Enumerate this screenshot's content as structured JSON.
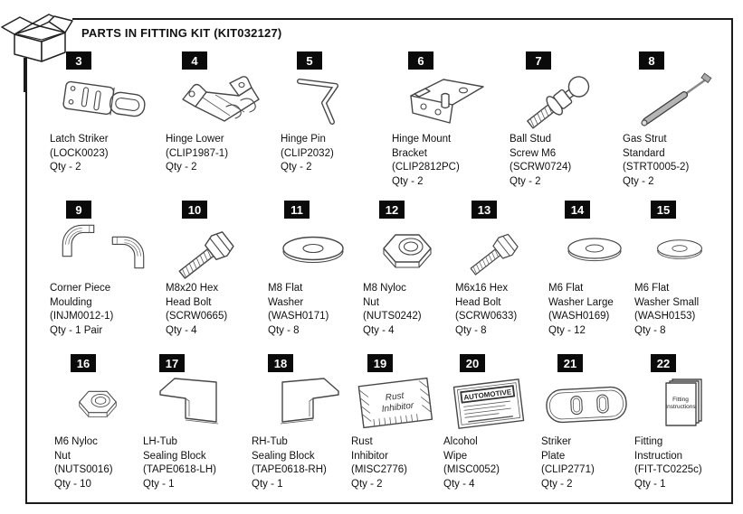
{
  "title": "PARTS IN FITTING KIT (KIT032127)",
  "items": [
    {
      "num": "3",
      "name": "Latch Striker",
      "name_lines": [
        "Latch Striker"
      ],
      "part": "(LOCK0023)",
      "qty": "Qty - 2"
    },
    {
      "num": "4",
      "name": "Hinge Lower",
      "name_lines": [
        "Hinge Lower"
      ],
      "part": "(CLIP1987-1)",
      "qty": "Qty - 2"
    },
    {
      "num": "5",
      "name": "Hinge Pin",
      "name_lines": [
        "Hinge Pin"
      ],
      "part": "(CLIP2032)",
      "qty": "Qty - 2"
    },
    {
      "num": "6",
      "name": "Hinge Mount Bracket",
      "name_lines": [
        "Hinge Mount",
        "Bracket"
      ],
      "part": "(CLIP2812PC)",
      "qty": "Qty - 2"
    },
    {
      "num": "7",
      "name": "Ball Stud Screw M6",
      "name_lines": [
        "Ball Stud",
        "Screw M6"
      ],
      "part": "(SCRW0724)",
      "qty": "Qty - 2"
    },
    {
      "num": "8",
      "name": "Gas Strut Standard",
      "name_lines": [
        "Gas Strut",
        "Standard"
      ],
      "part": "(STRT0005-2)",
      "qty": "Qty - 2"
    },
    {
      "num": "9",
      "name": "Corner Piece Moulding",
      "name_lines": [
        "Corner Piece",
        "Moulding"
      ],
      "part": "(INJM0012-1)",
      "qty": "Qty - 1 Pair"
    },
    {
      "num": "10",
      "name": "M8x20 Hex Head Bolt",
      "name_lines": [
        "M8x20 Hex",
        "Head Bolt"
      ],
      "part": "(SCRW0665)",
      "qty": "Qty - 4"
    },
    {
      "num": "11",
      "name": "M8 Flat Washer",
      "name_lines": [
        "M8 Flat",
        "Washer"
      ],
      "part": "(WASH0171)",
      "qty": "Qty - 8"
    },
    {
      "num": "12",
      "name": "M8 Nyloc Nut",
      "name_lines": [
        "M8 Nyloc",
        "Nut"
      ],
      "part": "(NUTS0242)",
      "qty": "Qty - 4"
    },
    {
      "num": "13",
      "name": "M6x16 Hex Head Bolt",
      "name_lines": [
        "M6x16 Hex",
        "Head Bolt"
      ],
      "part": "(SCRW0633)",
      "qty": "Qty - 8"
    },
    {
      "num": "14",
      "name": "M6 Flat Washer Large",
      "name_lines": [
        "M6 Flat",
        "Washer Large"
      ],
      "part": "(WASH0169)",
      "qty": "Qty - 12"
    },
    {
      "num": "15",
      "name": "M6 Flat Washer Small",
      "name_lines": [
        "M6 Flat",
        "Washer Small"
      ],
      "part": "(WASH0153)",
      "qty": "Qty - 8"
    },
    {
      "num": "16",
      "name": "M6 Nyloc Nut",
      "name_lines": [
        "M6 Nyloc",
        "Nut"
      ],
      "part": "(NUTS0016)",
      "qty": "Qty - 10"
    },
    {
      "num": "17",
      "name": "LH-Tub Sealing Block",
      "name_lines": [
        "LH-Tub",
        "Sealing Block"
      ],
      "part": "(TAPE0618-LH)",
      "qty": "Qty - 1"
    },
    {
      "num": "18",
      "name": "RH-Tub Sealing Block",
      "name_lines": [
        "RH-Tub",
        "Sealing Block"
      ],
      "part": "(TAPE0618-RH)",
      "qty": "Qty - 1"
    },
    {
      "num": "19",
      "name": "Rust Inhibitor",
      "name_lines": [
        "Rust",
        "Inhibitor"
      ],
      "part": "(MISC2776)",
      "qty": "Qty - 2"
    },
    {
      "num": "20",
      "name": "Alcohol Wipe",
      "name_lines": [
        "Alcohol",
        "Wipe"
      ],
      "part": "(MISC0052)",
      "qty": "Qty - 4"
    },
    {
      "num": "21",
      "name": "Striker Plate",
      "name_lines": [
        "Striker",
        "Plate"
      ],
      "part": "(CLIP2771)",
      "qty": "Qty - 2"
    },
    {
      "num": "22",
      "name": "Fitting Instruction",
      "name_lines": [
        "Fitting",
        "Instruction"
      ],
      "part": "(FIT-TC0225c)",
      "qty": "Qty - 1"
    }
  ],
  "icon_labels": {
    "rust_line1": "Rust",
    "rust_line2": "Inhibitor",
    "wipe_header": "AUTOMOTIVE",
    "booklet_line1": "Fitting",
    "booklet_line2": "Instructions"
  },
  "colors": {
    "ink": "#1b1b1b",
    "badge_bg": "#0a0a0a",
    "badge_fg": "#ffffff",
    "strut_gray": "#b5b5b5"
  }
}
